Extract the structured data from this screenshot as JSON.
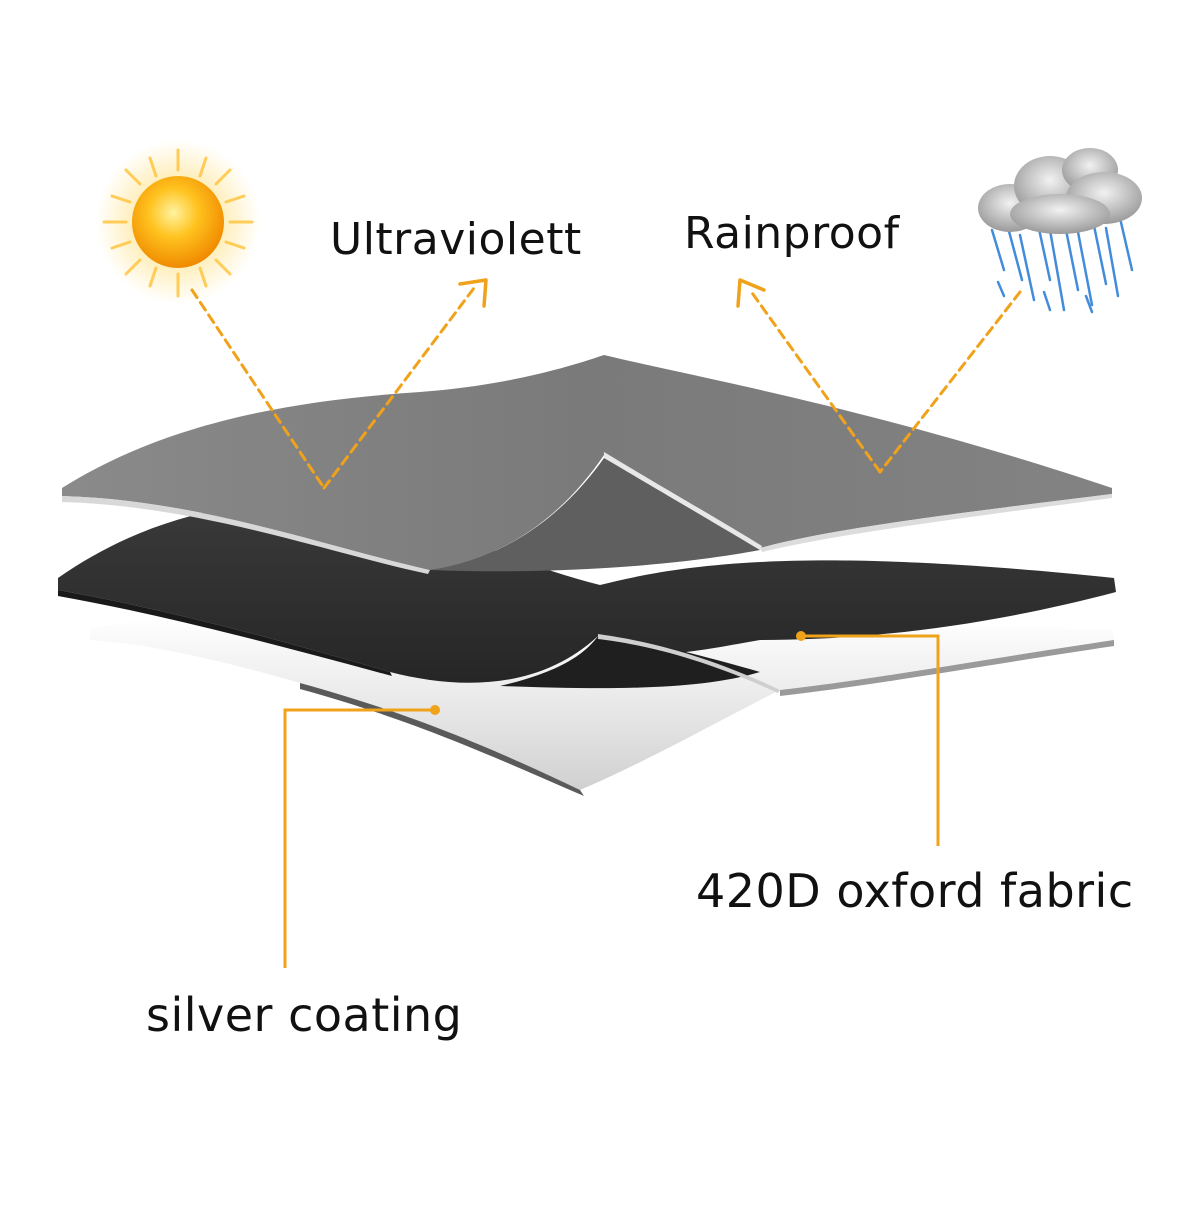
{
  "labels": {
    "ultraviolet": "Ultraviolett",
    "rainproof": "Rainproof",
    "oxford": "420D oxford fabric",
    "silver": "silver coating"
  },
  "icons": {
    "sun": "sun-icon",
    "rain_cloud": "rain-cloud-icon"
  },
  "colors": {
    "accent": "#f0a21a",
    "top_layer": "#7e7e7e",
    "middle_layer": "#2e2e2e",
    "bottom_layer": "#e6e6e6",
    "sun": "#f7b21a",
    "rain": "#2f80d6",
    "cloud": "#b8b8b8"
  }
}
